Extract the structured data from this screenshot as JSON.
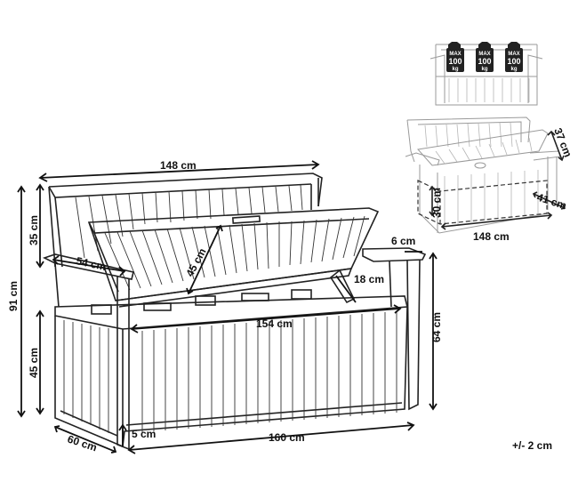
{
  "main_dimensions": {
    "top_width": "148 cm",
    "back_height": "35 cm",
    "total_height": "91 cm",
    "seat_height": "45 cm",
    "depth": "60 cm",
    "leg_height": "5 cm",
    "bottom_width": "160 cm",
    "box_height": "64 cm",
    "arm_depth": "54 cm",
    "lid_depth": "45 cm",
    "arm_width": "6 cm",
    "hinge_gap": "18 cm",
    "inner_width": "154 cm"
  },
  "load_badges": [
    {
      "line1": "MAX",
      "line2": "100",
      "line3": "kg"
    },
    {
      "line1": "MAX",
      "line2": "100",
      "line3": "kg"
    },
    {
      "line1": "MAX",
      "line2": "100",
      "line3": "kg"
    }
  ],
  "storage_dimensions": {
    "lid_opening": "37 cm",
    "inner_height": "30 cm",
    "inner_depth": "41 cm",
    "inner_width": "148 cm"
  },
  "tolerance": "+/- 2 cm"
}
